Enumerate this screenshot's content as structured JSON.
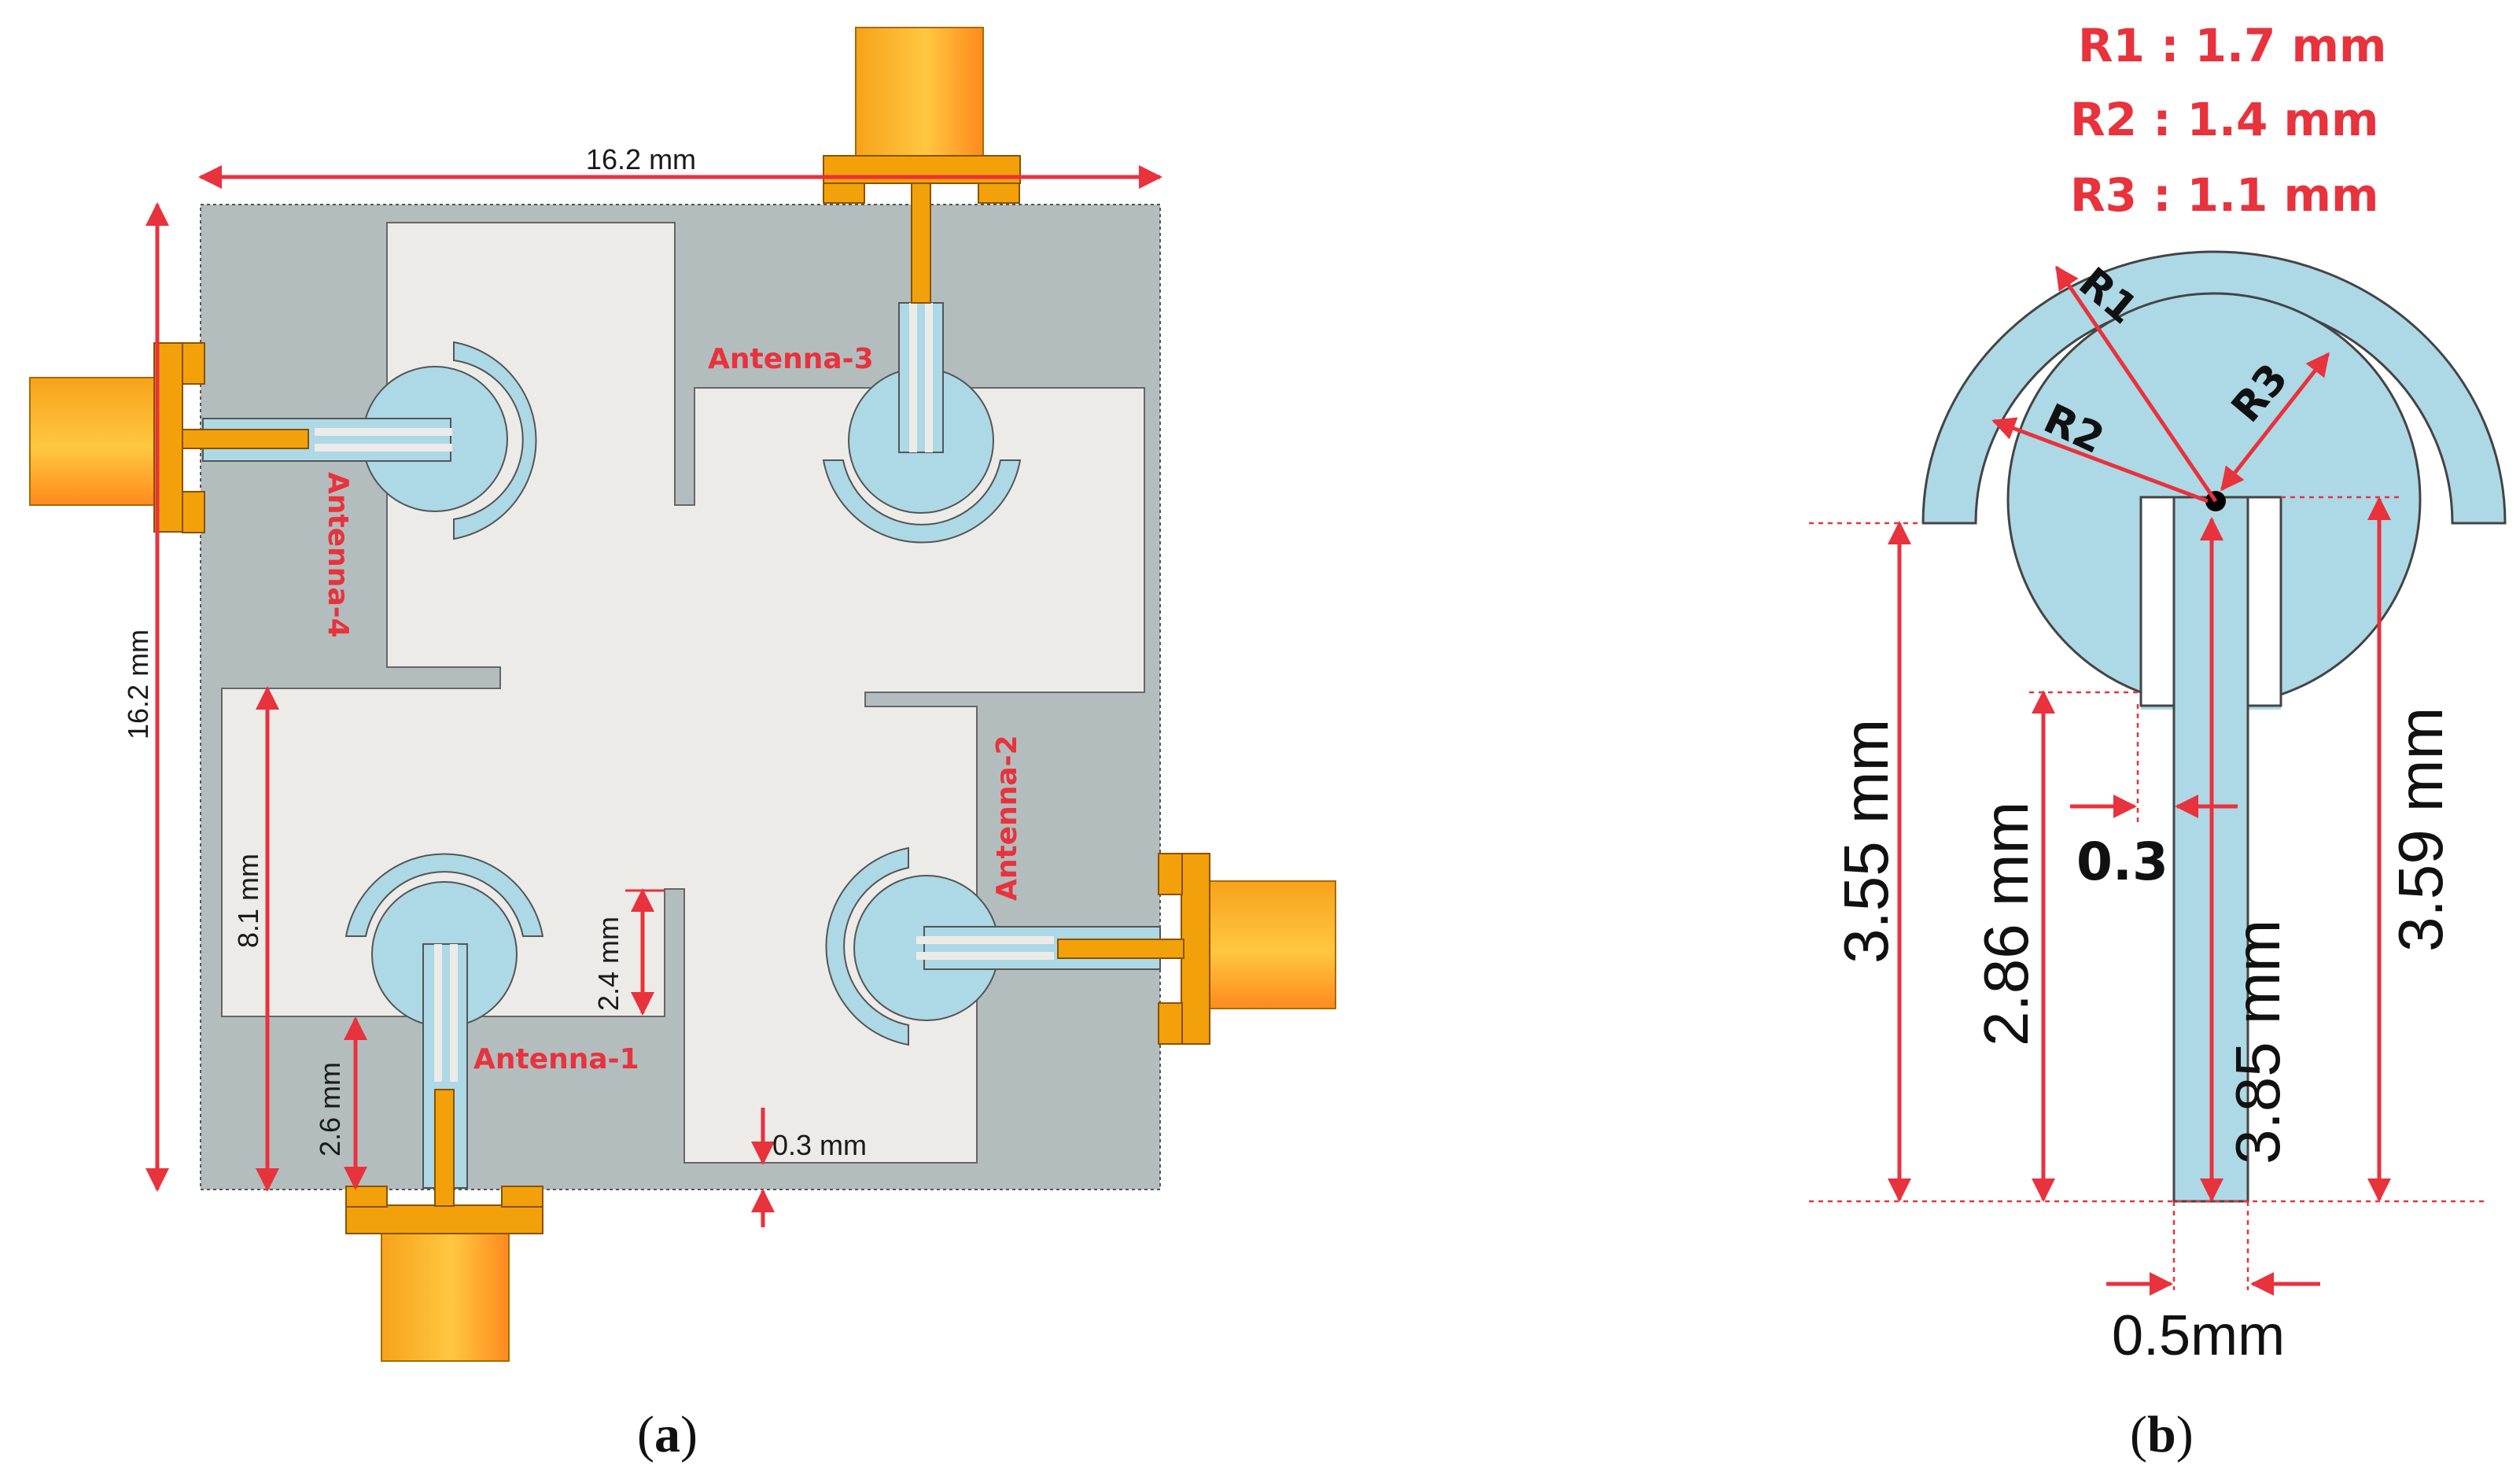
{
  "panel_a": {
    "caption_open": "(",
    "caption_letter": "a",
    "caption_close": ")",
    "dims": {
      "width": "16.2 mm",
      "height": "16.2 mm",
      "slot_height": "8.1 mm",
      "feed_gap": "2.6 mm",
      "notch": "2.4 mm",
      "edge_gap": "0.3 mm"
    },
    "antennas": [
      "Antenna-1",
      "Antenna-2",
      "Antenna-3",
      "Antenna-4"
    ]
  },
  "panel_b": {
    "caption_open": "(",
    "caption_letter": "b",
    "caption_close": ")",
    "radii_list": [
      "R1 : 1.7 mm",
      "R2 : 1.4 mm",
      "R3 : 1.1 mm"
    ],
    "radius_labels": [
      "R1",
      "R2",
      "R3"
    ],
    "dims": {
      "d_355": "3.55 mm",
      "d_286": "2.86 mm",
      "d_385": "3.85 mm",
      "d_359": "3.59 mm",
      "gap": "0.3",
      "feed_width": "0.5mm"
    }
  },
  "colors": {
    "substrate": "#b3bdbe",
    "slot": "#ecebe8",
    "patch": "#add8e6",
    "connector": "#f5a623",
    "dimension": "#e8323c"
  }
}
